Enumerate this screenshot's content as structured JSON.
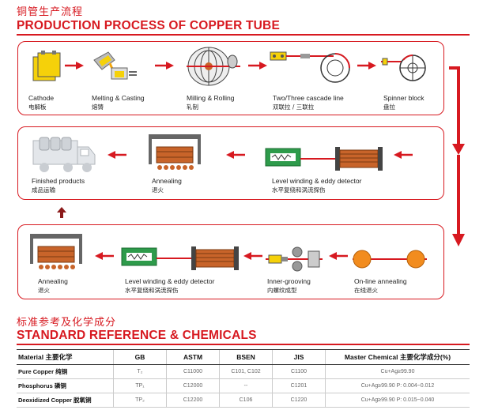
{
  "header": {
    "title_cn": "铜管生产流程",
    "title_en": "PRODUCTION PROCESS OF COPPER TUBE"
  },
  "steps": [
    {
      "en": "Cathode",
      "cn": "电解板"
    },
    {
      "en": "Melting & Casting",
      "cn": "熔铸"
    },
    {
      "en": "Milling & Rolling",
      "cn": "轧制"
    },
    {
      "en": "Two/Three cascade line",
      "cn": "双联拉 / 三联拉"
    },
    {
      "en": "Spinner block",
      "cn": "盘拉"
    },
    {
      "en": "Level winding & eddy detector",
      "cn": "水平复绕和涡流探伤"
    },
    {
      "en": "Annealing",
      "cn": "退火"
    },
    {
      "en": "Finished products",
      "cn": "成品运输"
    },
    {
      "en": "On-line annealing",
      "cn": "在线退火"
    },
    {
      "en": "Inner-grooving",
      "cn": "内螺纹成型"
    },
    {
      "en": "Level winding & eddy detector",
      "cn": "水平复绕和涡流探伤"
    },
    {
      "en": "Annealing",
      "cn": "退火"
    }
  ],
  "standards": {
    "title_cn": "标准参考及化学成分",
    "title_en": "STANDARD REFERENCE & CHEMICALS",
    "headers": [
      "Material 主要化学",
      "GB",
      "ASTM",
      "BSEN",
      "JIS",
      "Master Chemical 主要化学成分(%)"
    ],
    "rows": [
      [
        "Pure Copper 纯铜",
        "T₂",
        "C11000",
        "C101, C102",
        "C1100",
        "Cu+Ag≥99.90"
      ],
      [
        "Phosphorus 磷铜",
        "TP₁",
        "C12000",
        "--",
        "C1201",
        "Cu+Ag≥99.90   P: 0.004~0.012"
      ],
      [
        "Deoxidized Copper 脱氧铜",
        "TP₂",
        "C12200",
        "C106",
        "C1220",
        "Cu+Ag≥99.90   P: 0.015~0.040"
      ]
    ]
  },
  "colors": {
    "accent_red": "#d71920",
    "copper": "#c8642a",
    "cathode_yellow": "#f5d10a",
    "machine_green": "#2e9b4b",
    "flow_arrow": "#8b1a1a"
  }
}
